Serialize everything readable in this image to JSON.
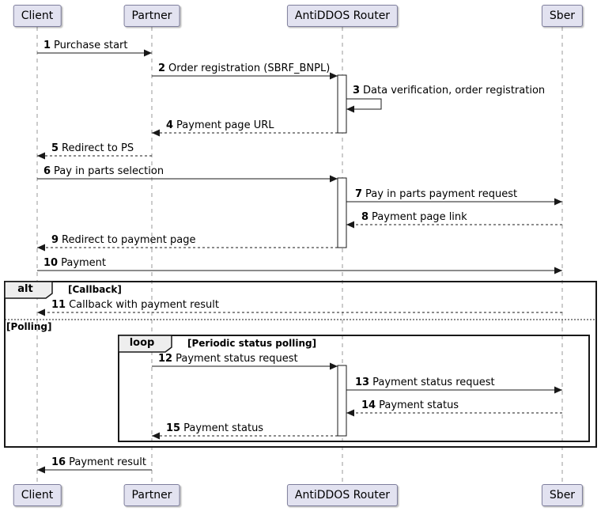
{
  "diagram": {
    "type": "sequence",
    "participants": [
      {
        "name": "Client"
      },
      {
        "name": "Partner"
      },
      {
        "name": "AntiDDOS Router"
      },
      {
        "name": "Sber"
      }
    ],
    "messages": [
      {
        "num": "1",
        "label": "Purchase start",
        "from": "Client",
        "to": "Partner",
        "line": "solid"
      },
      {
        "num": "2",
        "label": "Order registration (SBRF_BNPL)",
        "from": "Partner",
        "to": "AntiDDOS Router",
        "line": "solid"
      },
      {
        "num": "3",
        "label": "Data verification, order registration",
        "from": "AntiDDOS Router",
        "to": "AntiDDOS Router",
        "line": "solid"
      },
      {
        "num": "4",
        "label": "Payment page URL",
        "from": "AntiDDOS Router",
        "to": "Partner",
        "line": "dashed"
      },
      {
        "num": "5",
        "label": "Redirect to PS",
        "from": "Partner",
        "to": "Client",
        "line": "dashed"
      },
      {
        "num": "6",
        "label": "Pay in parts selection",
        "from": "Client",
        "to": "AntiDDOS Router",
        "line": "solid"
      },
      {
        "num": "7",
        "label": "Pay in parts payment request",
        "from": "AntiDDOS Router",
        "to": "Sber",
        "line": "solid"
      },
      {
        "num": "8",
        "label": "Payment page link",
        "from": "Sber",
        "to": "AntiDDOS Router",
        "line": "dashed"
      },
      {
        "num": "9",
        "label": "Redirect to payment page",
        "from": "AntiDDOS Router",
        "to": "Client",
        "line": "dashed"
      },
      {
        "num": "10",
        "label": "Payment",
        "from": "Client",
        "to": "Sber",
        "line": "solid"
      },
      {
        "num": "11",
        "label": "Callback with payment result",
        "from": "Sber",
        "to": "Client",
        "line": "dashed"
      },
      {
        "num": "12",
        "label": "Payment status request",
        "from": "Partner",
        "to": "AntiDDOS Router",
        "line": "solid"
      },
      {
        "num": "13",
        "label": "Payment status request",
        "from": "AntiDDOS Router",
        "to": "Sber",
        "line": "solid"
      },
      {
        "num": "14",
        "label": "Payment status",
        "from": "Sber",
        "to": "AntiDDOS Router",
        "line": "dashed"
      },
      {
        "num": "15",
        "label": "Payment status",
        "from": "AntiDDOS Router",
        "to": "Partner",
        "line": "dashed"
      },
      {
        "num": "16",
        "label": "Payment result",
        "from": "Partner",
        "to": "Client",
        "line": "solid"
      }
    ],
    "frames": {
      "alt": {
        "keyword": "alt",
        "condition": "[Callback]"
      },
      "divider_label": "[Polling]",
      "loop": {
        "keyword": "loop",
        "condition": "[Periodic status polling]"
      }
    },
    "colors": {
      "participant_fill": "#E2E2F0",
      "participant_border": "#7e7e9c",
      "frame_border": "#181818",
      "header_fill": "#EEEEEE",
      "line_color": "#181818",
      "lifeline_color": "#999999"
    }
  }
}
